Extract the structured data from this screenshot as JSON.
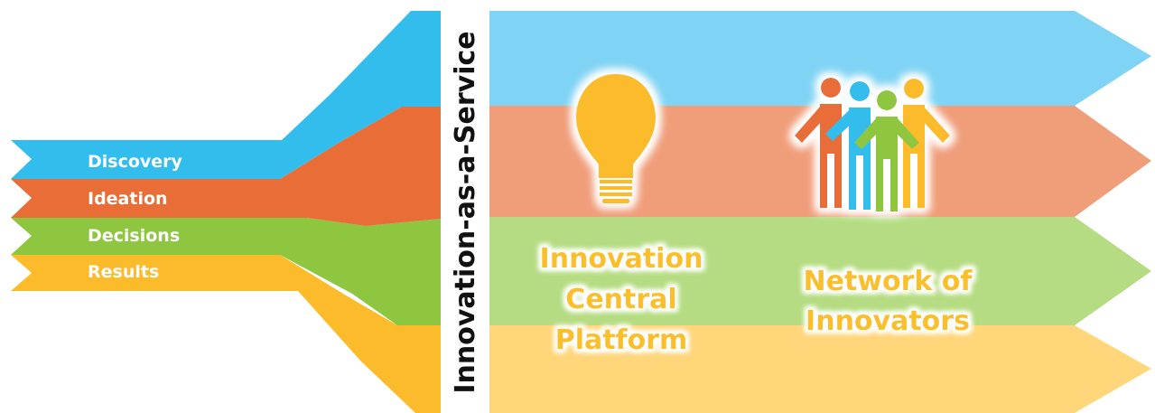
{
  "inputs": [
    {
      "label": "Discovery",
      "color": "#33bdec"
    },
    {
      "label": "Ideation",
      "color": "#e86d37"
    },
    {
      "label": "Decisions",
      "color": "#8ec63f"
    },
    {
      "label": "Results",
      "color": "#fbbb2b"
    }
  ],
  "service_title": "Innovation-as-a-Service",
  "band_colors": [
    "#7fd3f4",
    "#f09d79",
    "#b5dc82",
    "#ffd67a"
  ],
  "platform": {
    "icon": "lightbulb-icon",
    "lines": [
      "Innovation",
      "Central",
      "Platform"
    ]
  },
  "network": {
    "icon": "people-group-icon",
    "lines": [
      "Network of",
      "Innovators"
    ]
  },
  "text_color": "#fbbf2c"
}
